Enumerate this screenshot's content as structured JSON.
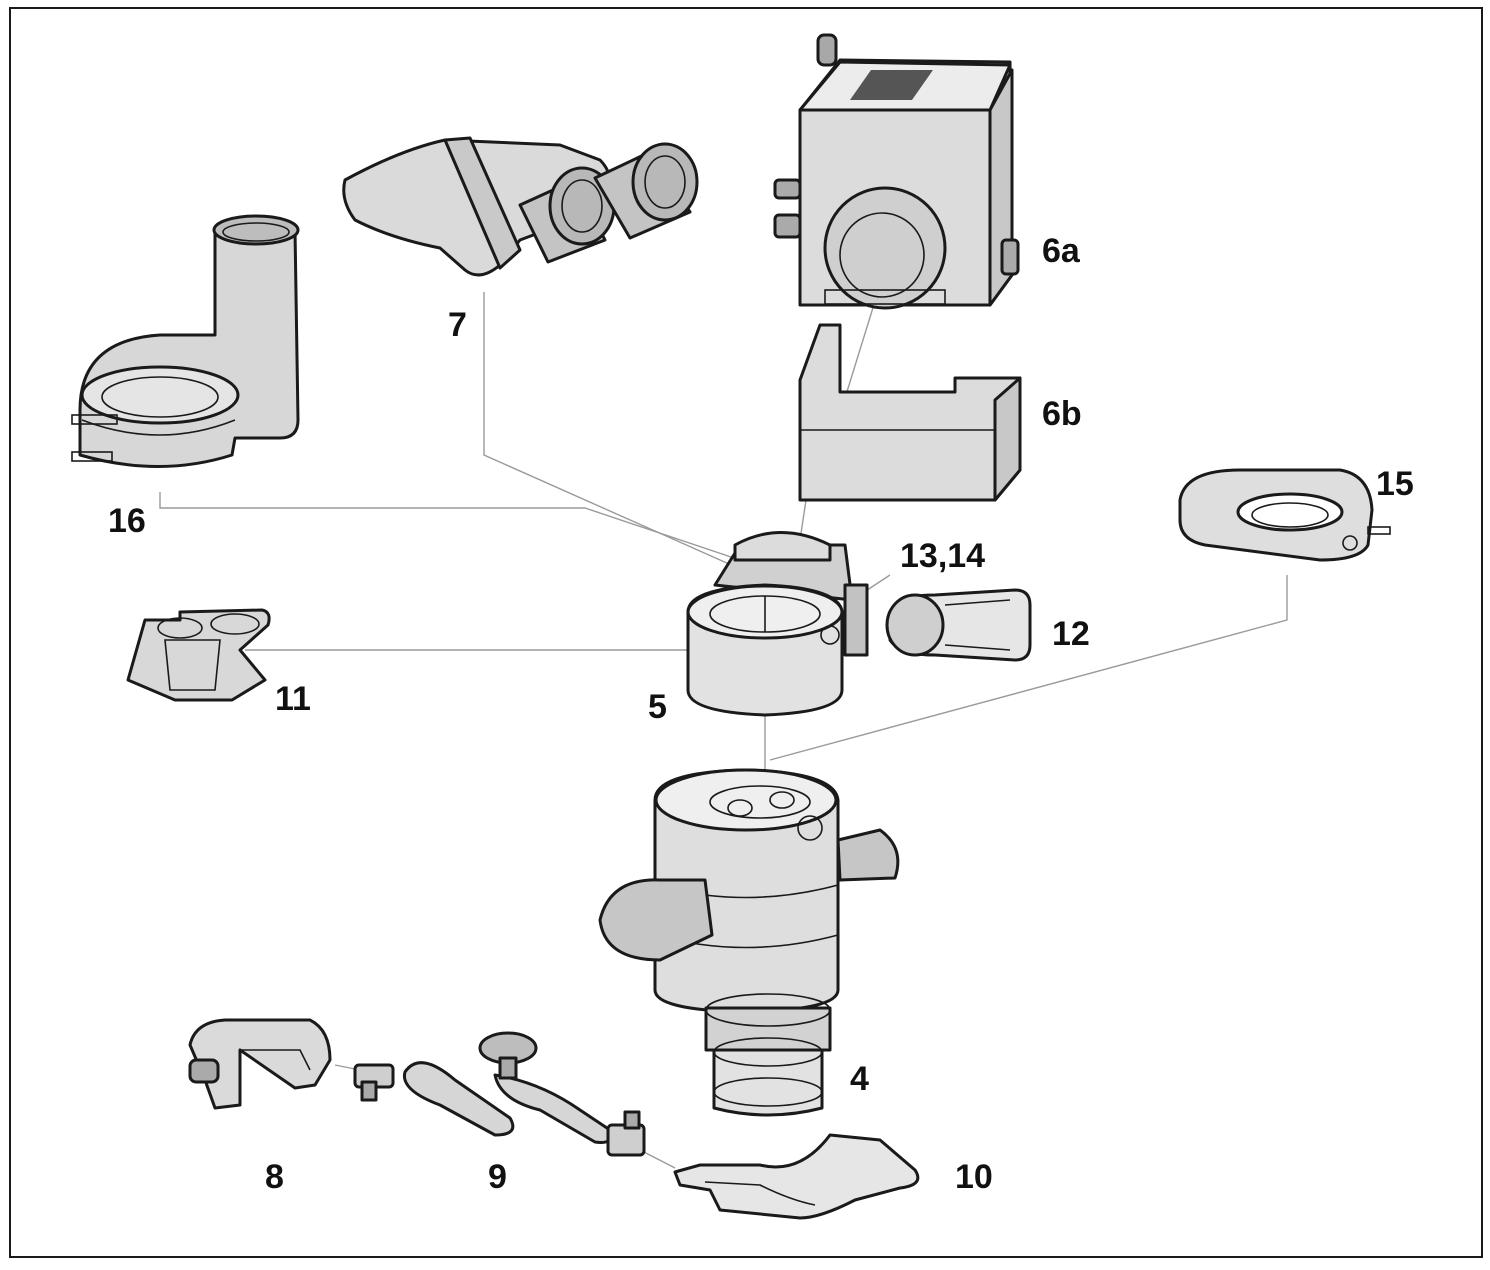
{
  "colors": {
    "frame": "#1a1a1a",
    "leader": "#9a9a9a",
    "part_fill": "#e3e3e3",
    "part_shade": "#c9c9c9",
    "part_dark": "#a8a8a8",
    "label": "#111111"
  },
  "labels": {
    "l4": "4",
    "l5": "5",
    "l6a": "6a",
    "l6b": "6b",
    "l7": "7",
    "l8": "8",
    "l9": "9",
    "l10": "10",
    "l11": "11",
    "l12": "12",
    "l13_14": "13,14",
    "l15": "15",
    "l16": "16"
  }
}
